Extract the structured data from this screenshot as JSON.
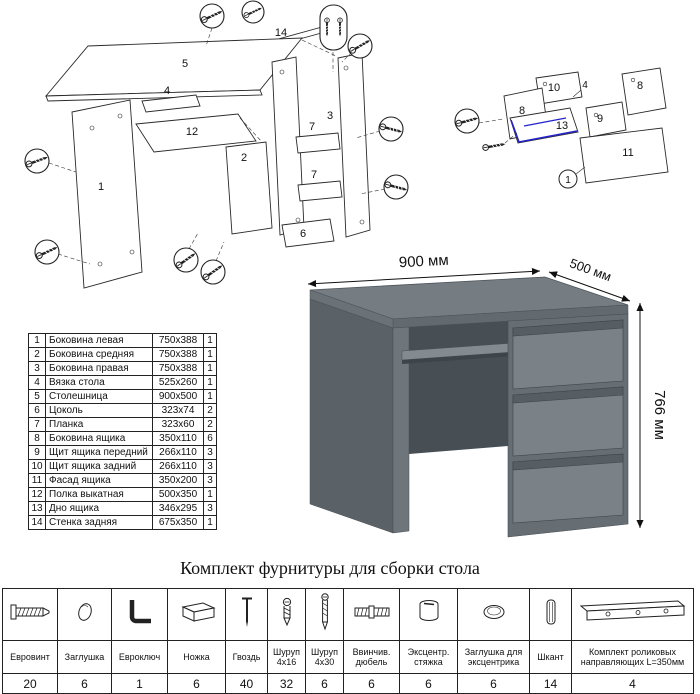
{
  "title": "Комплект фурнитуры для сборки стола",
  "desk": {
    "width_label": "900 мм",
    "depth_label": "500 мм",
    "height_label": "766 мм"
  },
  "colors": {
    "highlight_blue": "#2323cc",
    "desk_gray": "#6d747a"
  },
  "parts": {
    "rows": [
      {
        "n": "1",
        "name": "Боковина левая",
        "size": "750x388",
        "qty": "1"
      },
      {
        "n": "2",
        "name": "Боковина средняя",
        "size": "750x388",
        "qty": "1"
      },
      {
        "n": "3",
        "name": "Боковина правая",
        "size": "750x388",
        "qty": "1"
      },
      {
        "n": "4",
        "name": "Вязка стола",
        "size": "525x260",
        "qty": "1"
      },
      {
        "n": "5",
        "name": "Столешница",
        "size": "900x500",
        "qty": "1"
      },
      {
        "n": "6",
        "name": "Цоколь",
        "size": "323x74",
        "qty": "2"
      },
      {
        "n": "7",
        "name": "Планка",
        "size": "323x60",
        "qty": "2"
      },
      {
        "n": "8",
        "name": "Боковина ящика",
        "size": "350x110",
        "qty": "6"
      },
      {
        "n": "9",
        "name": "Щит ящика передний",
        "size": "266x110",
        "qty": "3"
      },
      {
        "n": "10",
        "name": "Щит ящика задний",
        "size": "266x110",
        "qty": "3"
      },
      {
        "n": "11",
        "name": "Фасад ящика",
        "size": "350x200",
        "qty": "3"
      },
      {
        "n": "12",
        "name": "Полка выкатная",
        "size": "500x350",
        "qty": "1"
      },
      {
        "n": "13",
        "name": "Дно ящика",
        "size": "346x295",
        "qty": "3"
      },
      {
        "n": "14",
        "name": "Стенка задняя",
        "size": "675x350",
        "qty": "1"
      }
    ]
  },
  "hardware": {
    "items": [
      {
        "name": "Евровинт",
        "qty": "20",
        "icon": "euroscrew-icon"
      },
      {
        "name": "Заглушка",
        "qty": "6",
        "icon": "cap-icon"
      },
      {
        "name": "Евроключ",
        "qty": "1",
        "icon": "hex-key-icon"
      },
      {
        "name": "Ножка",
        "qty": "6",
        "icon": "foot-icon"
      },
      {
        "name": "Гвоздь",
        "qty": "40",
        "icon": "nail-icon"
      },
      {
        "name": "Шуруп 4x16",
        "qty": "32",
        "icon": "screw-short-icon"
      },
      {
        "name": "Шуруп 4x30",
        "qty": "6",
        "icon": "screw-long-icon"
      },
      {
        "name": "Ввинчив. дюбель",
        "qty": "6",
        "icon": "drive-in-dowel-icon"
      },
      {
        "name": "Эксцентр. стяжка",
        "qty": "6",
        "icon": "cam-lock-icon"
      },
      {
        "name": "Заглушка для эксцентрика",
        "qty": "6",
        "icon": "cam-cap-icon"
      },
      {
        "name": "Шкант",
        "qty": "14",
        "icon": "wood-dowel-icon"
      },
      {
        "name": "Комплект роликовых направляющих L=350мм",
        "qty": "4",
        "icon": "drawer-slide-icon"
      }
    ]
  },
  "diagram": {
    "left": {
      "n1": "1",
      "n2": "2",
      "n3": "3",
      "n4": "4",
      "n5": "5",
      "n6": "6",
      "n7a": "7",
      "n7b": "7",
      "n12": "12",
      "n14": "14"
    },
    "right": {
      "n8a": "8",
      "n8b": "8",
      "n9": "9",
      "n10": "10",
      "n11": "11",
      "n13": "13",
      "n4": "4",
      "n1": "1"
    }
  }
}
